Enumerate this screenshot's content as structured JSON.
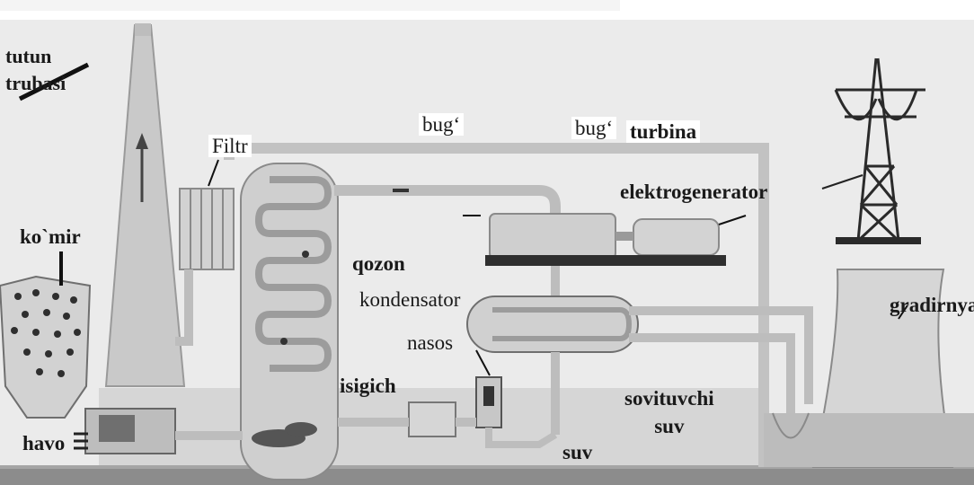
{
  "labels": {
    "tutun_trubasi": "tutun\ntrubasi",
    "filtr": "Filtr",
    "bug": "bug‘",
    "bug_turbina_a": "bug‘",
    "bug_turbina_b": "turbina",
    "elektrogenerator": "elektrogenerator",
    "komir": "ko`mir",
    "qozon": "qozon",
    "kondensator": "kondensator",
    "nasos": "nasos",
    "isigich": "isigich",
    "gradirnya": "gradirnya",
    "sovituvchi_suv": "sovituvchi\nsuv",
    "havo": "havo",
    "suv": "suv"
  },
  "colors": {
    "background": "#ececec",
    "structure": "#c8c8c8",
    "pipe": "#b9b9b9",
    "dark": "#2b2b2b",
    "ground": "#8e8e8e"
  }
}
